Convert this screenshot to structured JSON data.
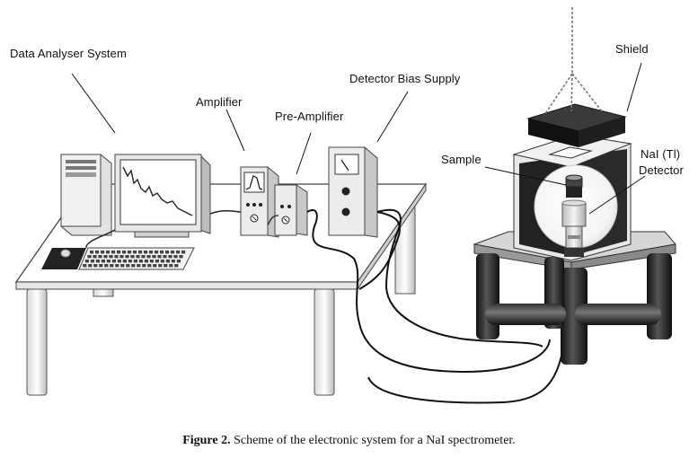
{
  "labels": {
    "data_analyser": "Data Analyser System",
    "amplifier": "Amplifier",
    "pre_amplifier": "Pre-Amplifier",
    "bias_supply": "Detector Bias Supply",
    "shield": "Shield",
    "sample": "Sample",
    "detector_line1": "NaI (Tl)",
    "detector_line2": "Detector"
  },
  "caption": {
    "prefix": "Figure 2.",
    "text": " Scheme of the electronic system for a NaI spectrometer."
  }
}
